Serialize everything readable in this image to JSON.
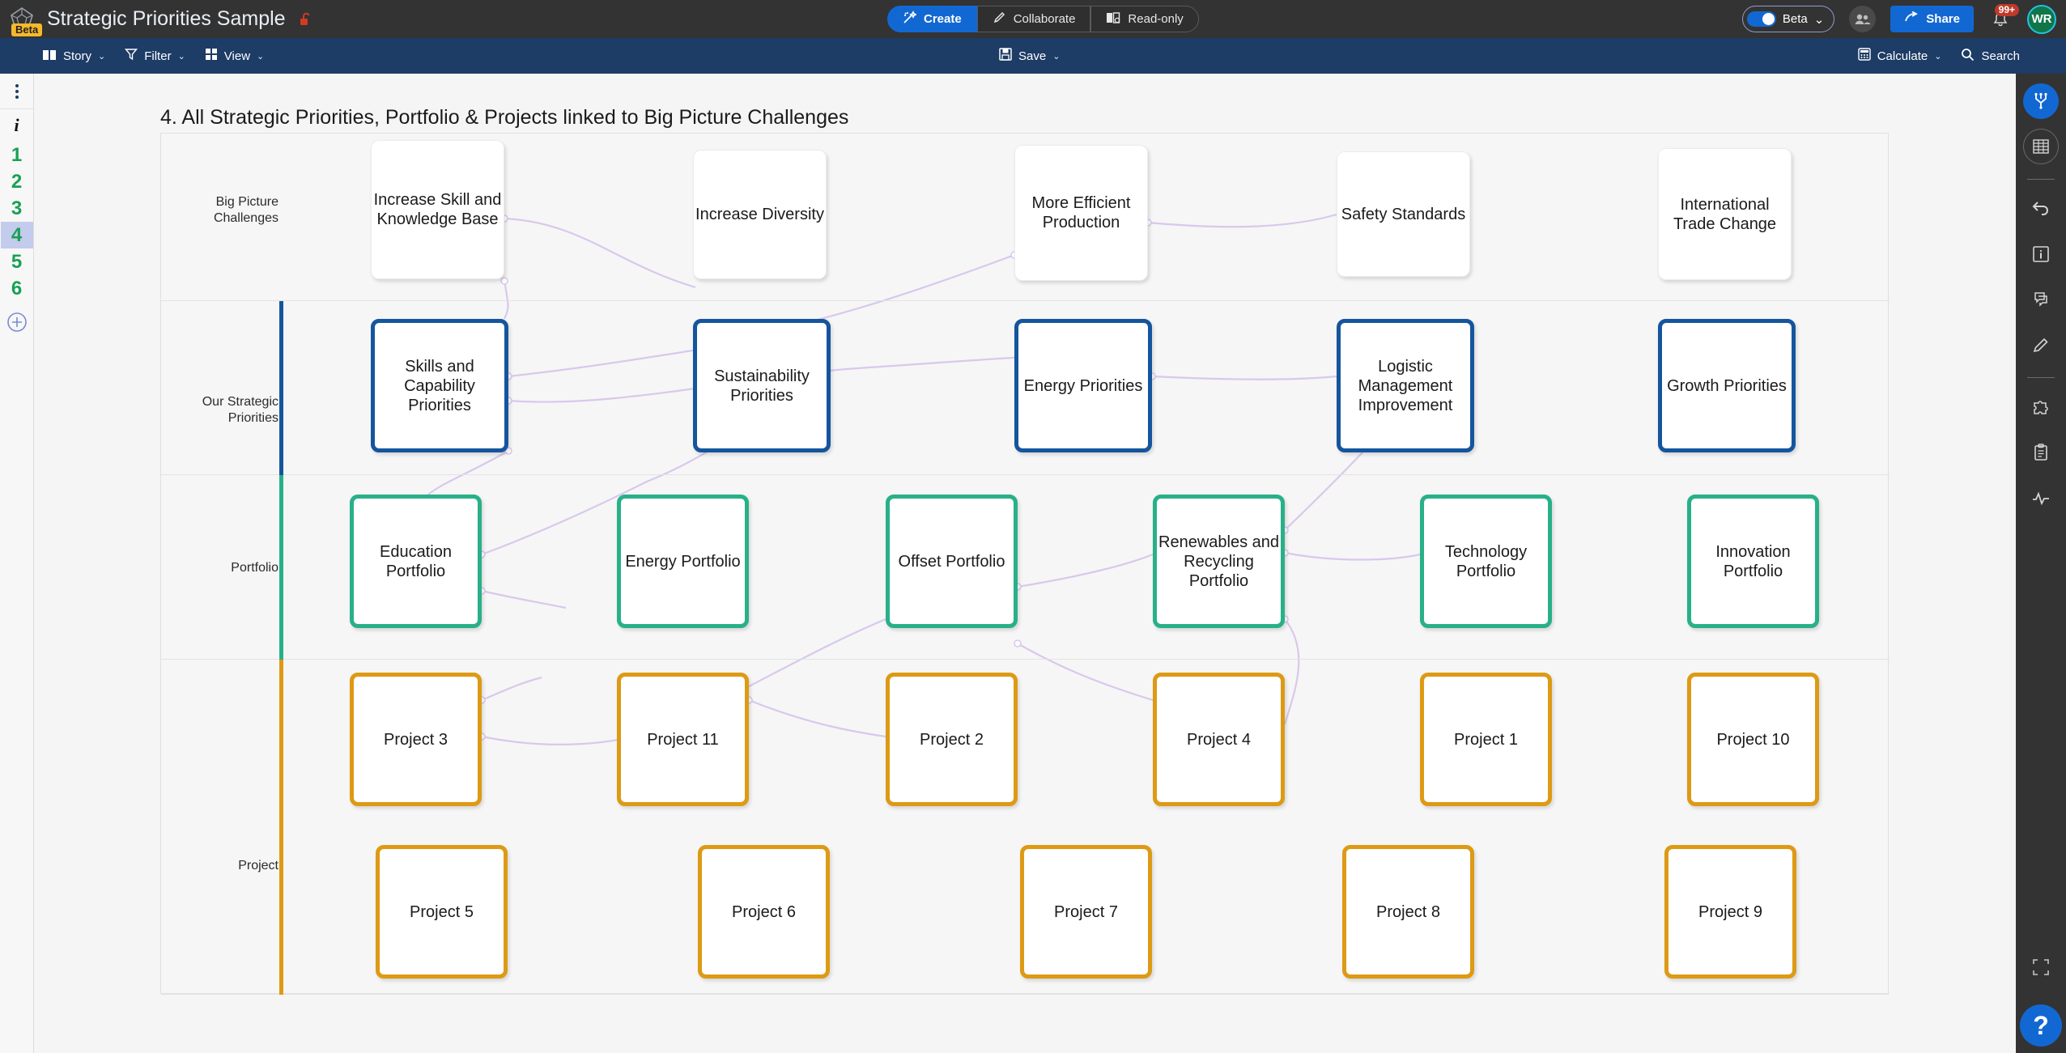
{
  "topbar": {
    "logo_icon": "pentagon-network-logo-icon",
    "beta_badge": "Beta",
    "title": "Strategic Priorities Sample",
    "lock_icon": "unlocked-padlock-icon",
    "modes": [
      {
        "label": "Create",
        "icon": "magic-wand-icon",
        "active": true
      },
      {
        "label": "Collaborate",
        "icon": "pencil-icon",
        "active": false
      },
      {
        "label": "Read-only",
        "icon": "book-reader-icon",
        "active": false
      }
    ],
    "beta_toggle_label": "Beta",
    "beta_toggle_caret": "⌄",
    "people_icon": "people-group-icon",
    "share_label": "Share",
    "share_icon": "share-arrow-icon",
    "bell_icon": "notification-bell-icon",
    "bell_badge": "99+",
    "avatar_initials": "WR",
    "accent_blue": "#1268d3",
    "bar_color": "#333333"
  },
  "toolbar": {
    "left": [
      {
        "label": "Story",
        "icon": "book-icon",
        "caret": "⌄"
      },
      {
        "label": "Filter",
        "icon": "funnel-icon",
        "caret": "⌄"
      },
      {
        "label": "View",
        "icon": "grid-squares-icon",
        "caret": "⌄"
      }
    ],
    "center": [
      {
        "label": "Save",
        "icon": "floppy-disk-icon",
        "caret": "⌄"
      }
    ],
    "right": [
      {
        "label": "Calculate",
        "icon": "calculator-icon",
        "caret": "⌄"
      },
      {
        "label": "Search",
        "icon": "magnifier-icon",
        "caret": ""
      }
    ],
    "bg_color": "#1d3c66"
  },
  "left_rail": {
    "kebab_icon": "vertical-dots-icon",
    "info_icon": "information-italic-icon",
    "pages": [
      "1",
      "2",
      "3",
      "4",
      "5",
      "6"
    ],
    "active_page": "4",
    "add_icon": "add-circle-icon",
    "number_color": "#1aa055",
    "active_bg": "#c3ccec"
  },
  "right_rail": {
    "items": [
      {
        "icon": "network-diagram-icon",
        "selected": true
      },
      {
        "icon": "table-grid-icon",
        "selected": false
      },
      {
        "icon": "undo-arrow-icon",
        "selected": false
      },
      {
        "icon": "info-box-icon",
        "selected": false
      },
      {
        "icon": "comments-icon",
        "selected": false
      },
      {
        "icon": "pencil-edit-icon",
        "selected": false
      },
      {
        "icon": "puzzle-piece-icon",
        "selected": false
      },
      {
        "icon": "clipboard-icon",
        "selected": false
      },
      {
        "icon": "activity-pulse-icon",
        "selected": false
      }
    ],
    "fullscreen_icon": "fullscreen-expand-icon",
    "help_label": "?",
    "bg_color": "#333333"
  },
  "chart_data": {
    "type": "diagram",
    "title": "4. All Strategic Priorities, Portfolio & Projects linked to Big Picture Challenges",
    "lanes": [
      {
        "label": "Big Picture Challenges",
        "bar_color": "none",
        "node_class": "bpc",
        "border_color": "#ececec"
      },
      {
        "label": "Our Strategic Priorities",
        "bar_color": "#15559e",
        "node_class": "osp",
        "border_color": "#15559e"
      },
      {
        "label": "Portfolio",
        "bar_color": "#28b089",
        "node_class": "pf",
        "border_color": "#28b089"
      },
      {
        "label": "Project",
        "bar_color": "#dd9a14",
        "node_class": "pj",
        "border_color": "#dd9a14"
      }
    ],
    "nodes": [
      {
        "id": "bpc1",
        "lane": 0,
        "label": "Increase Skill and Knowledge Base"
      },
      {
        "id": "bpc2",
        "lane": 0,
        "label": "Increase Diversity"
      },
      {
        "id": "bpc3",
        "lane": 0,
        "label": "More Efficient Production"
      },
      {
        "id": "bpc4",
        "lane": 0,
        "label": "Safety Standards"
      },
      {
        "id": "bpc5",
        "lane": 0,
        "label": "International Trade Change"
      },
      {
        "id": "osp1",
        "lane": 1,
        "label": "Skills and Capability Priorities"
      },
      {
        "id": "osp2",
        "lane": 1,
        "label": "Sustainability Priorities"
      },
      {
        "id": "osp3",
        "lane": 1,
        "label": "Energy Priorities"
      },
      {
        "id": "osp4",
        "lane": 1,
        "label": "Logistic Management Improvement"
      },
      {
        "id": "osp5",
        "lane": 1,
        "label": "Growth Priorities"
      },
      {
        "id": "pf1",
        "lane": 2,
        "label": "Education Portfolio"
      },
      {
        "id": "pf2",
        "lane": 2,
        "label": "Energy Portfolio"
      },
      {
        "id": "pf3",
        "lane": 2,
        "label": "Offset Portfolio"
      },
      {
        "id": "pf4",
        "lane": 2,
        "label": "Renewables and Recycling Portfolio"
      },
      {
        "id": "pf5",
        "lane": 2,
        "label": "Technology Portfolio"
      },
      {
        "id": "pf6",
        "lane": 2,
        "label": "Innovation Portfolio"
      },
      {
        "id": "pj3",
        "lane": 3,
        "label": "Project 3"
      },
      {
        "id": "pj11",
        "lane": 3,
        "label": "Project 11"
      },
      {
        "id": "pj2",
        "lane": 3,
        "label": "Project 2"
      },
      {
        "id": "pj4",
        "lane": 3,
        "label": "Project 4"
      },
      {
        "id": "pj1",
        "lane": 3,
        "label": "Project 1"
      },
      {
        "id": "pj10",
        "lane": 3,
        "label": "Project 10"
      },
      {
        "id": "pj5",
        "lane": 3,
        "label": "Project 5"
      },
      {
        "id": "pj6",
        "lane": 3,
        "label": "Project 6"
      },
      {
        "id": "pj7",
        "lane": 3,
        "label": "Project 7"
      },
      {
        "id": "pj8",
        "lane": 3,
        "label": "Project 8"
      },
      {
        "id": "pj9",
        "lane": 3,
        "label": "Project 9"
      }
    ],
    "edge_color": "#d9c8ec"
  }
}
